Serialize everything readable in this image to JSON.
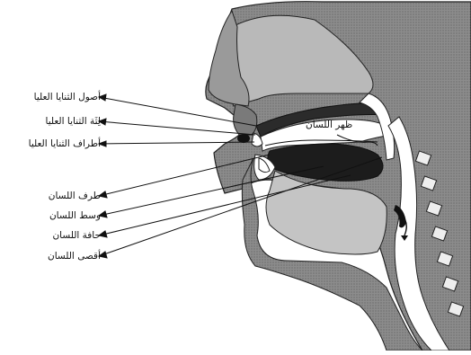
{
  "labels": {
    "left": [
      "أصول الثنايا العليا",
      "لِثَة الثنايا العليا",
      "أطراف الثنايا العليا",
      "طرف اللسان",
      "وسط اللسان",
      "حافة اللسان",
      "أقصى اللسان"
    ],
    "tongue_back": "ظهر اللسان"
  }
}
